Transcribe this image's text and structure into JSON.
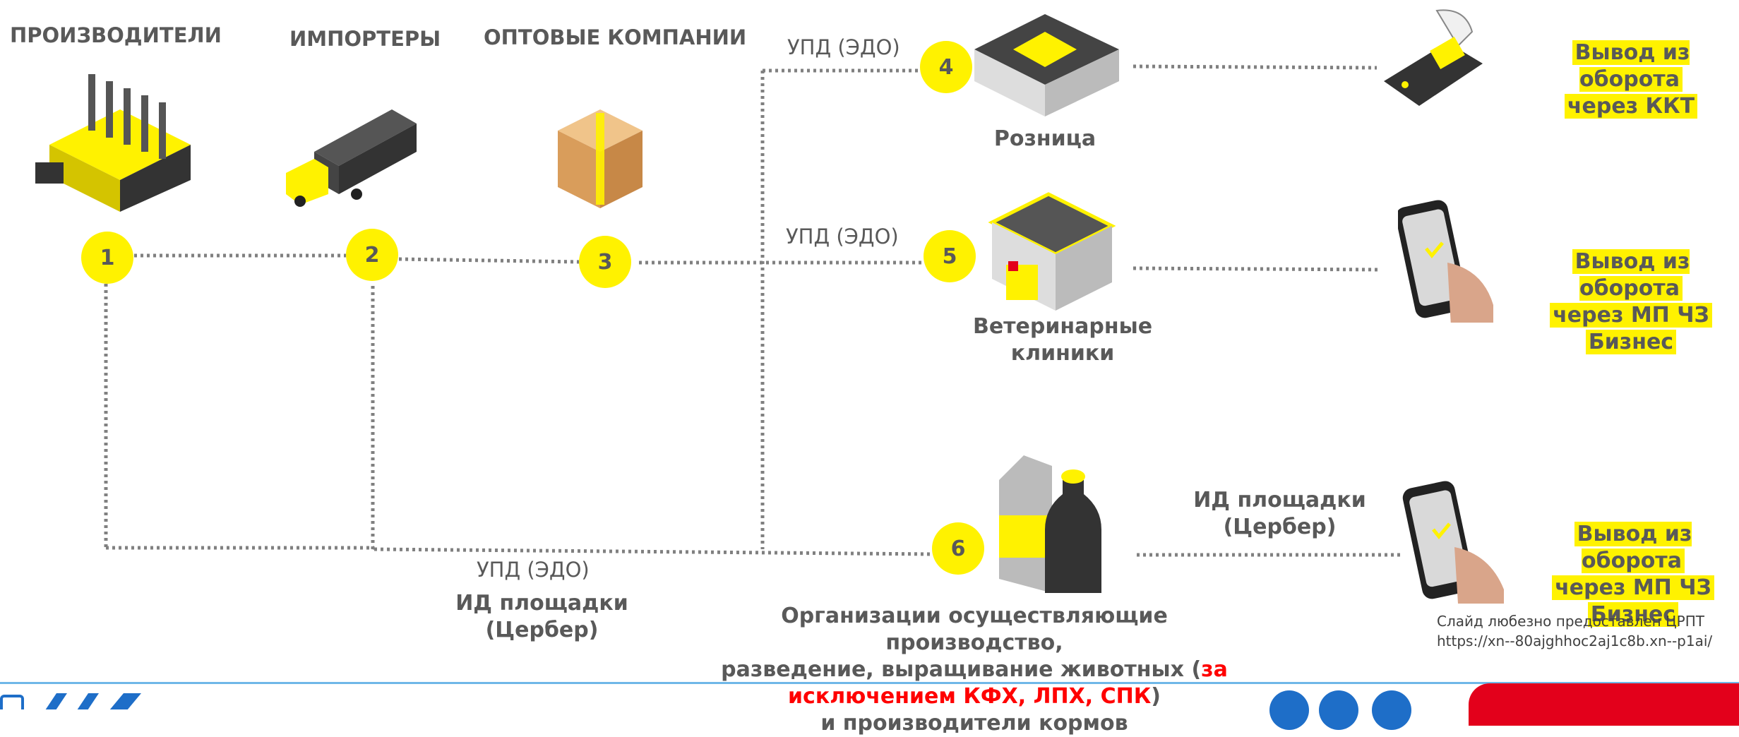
{
  "categories": {
    "producers": "ПРОИЗВОДИТЕЛИ",
    "importers": "ИМПОРТЕРЫ",
    "wholesale": "ОПТОВЫЕ КОМПАНИИ"
  },
  "nodes": [
    "1",
    "2",
    "3",
    "4",
    "5",
    "6"
  ],
  "edge_labels": {
    "upd_4": "УПД (ЭДО)",
    "upd_5": "УПД (ЭДО)",
    "upd_bottom": "УПД (ЭДО)",
    "id_bottom_1": "ИД площадки",
    "id_bottom_2": "(Цербер)",
    "id_right_1": "ИД площадки",
    "id_right_2": "(Цербер)"
  },
  "destinations": {
    "retail": "Розница",
    "vet_1": "Ветеринарные",
    "vet_2": "клиники",
    "org_line1": "Организации осуществляющие производство,",
    "org_line2a": "разведение, выращивание животных  (",
    "org_red_a": "за",
    "org_red_b": "исключением КФХ, ЛПХ, СПК",
    "org_line3_end": ")",
    "org_line4": "и производители кормов"
  },
  "outcomes": {
    "kkt_1": "Вывод из оборота",
    "kkt_2": "через ККТ",
    "mp1_1": "Вывод из оборота",
    "mp1_2": "через МП ЧЗ",
    "mp1_3": "Бизнес",
    "mp2_1": "Вывод из оборота",
    "mp2_2": "через МП ЧЗ",
    "mp2_3": "Бизнес"
  },
  "credit": {
    "line1": "Слайд любезно предоставлен ЦРПТ",
    "line2": "https://xn--80ajghhoc2aj1c8b.xn--p1ai/"
  },
  "colors": {
    "accent": "#fff200",
    "text": "#595959",
    "red": "#ff0000",
    "line": "#808080",
    "footer": "#6fb7e8"
  }
}
